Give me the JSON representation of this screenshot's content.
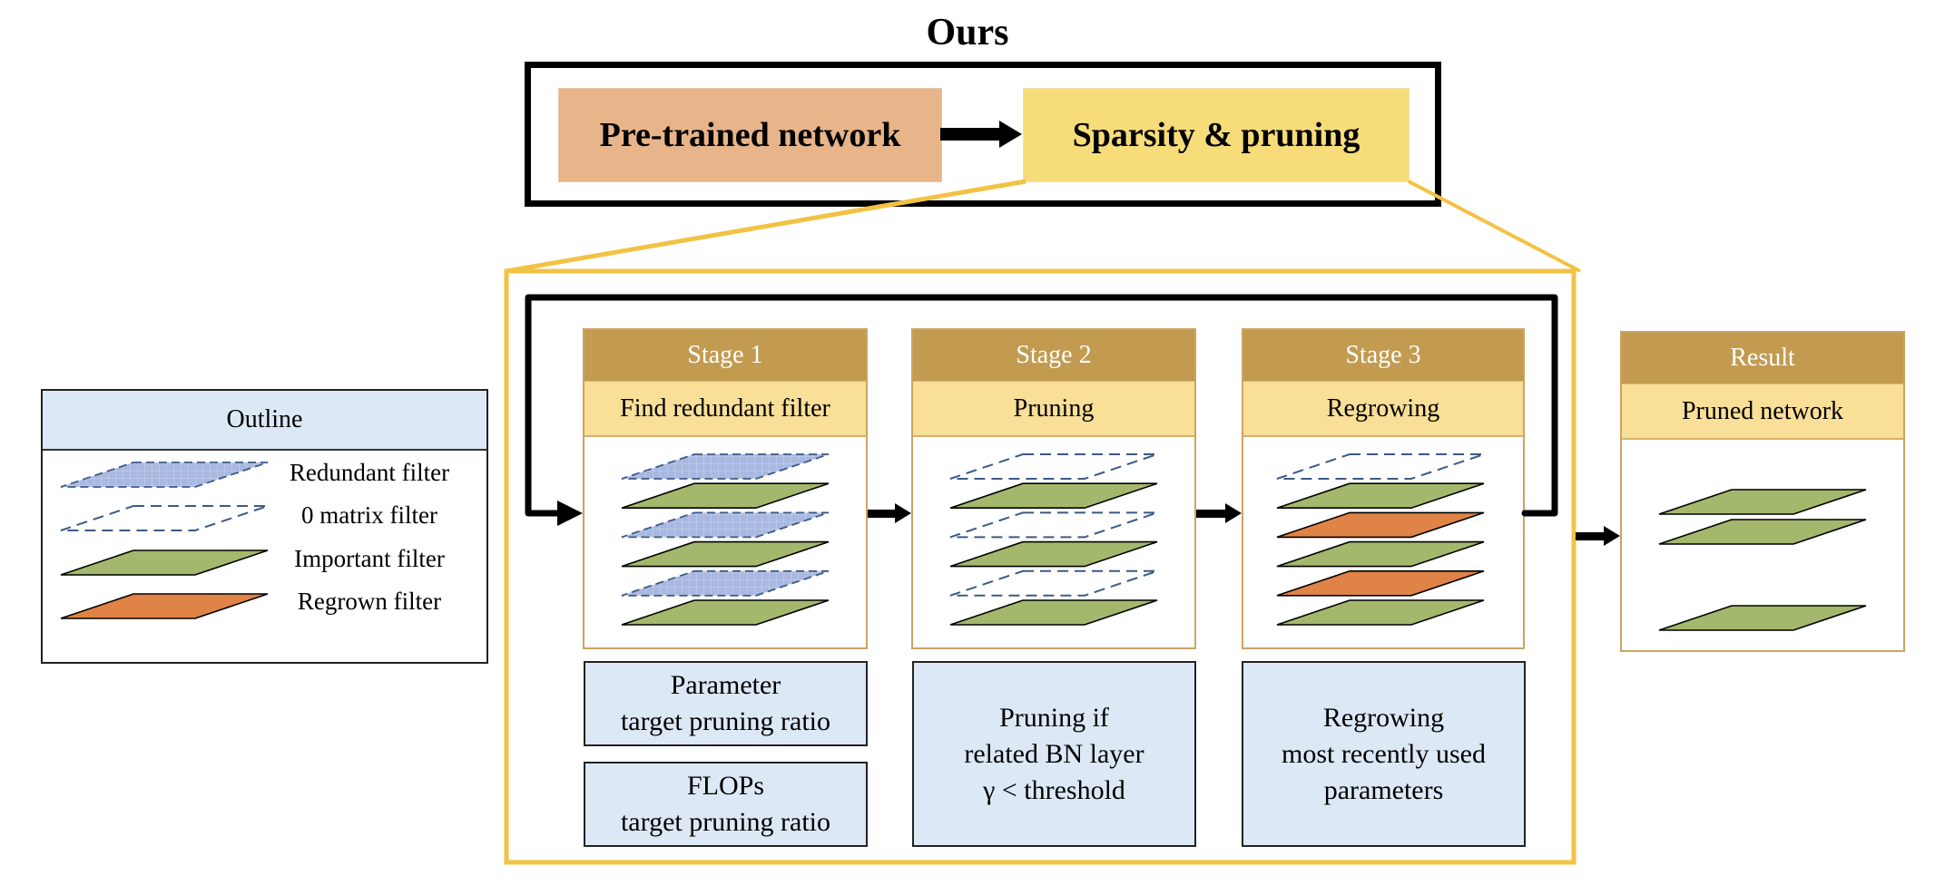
{
  "title": "Ours",
  "top_flow": {
    "pretrained_label": "Pre-trained network",
    "sparsity_label": "Sparsity & pruning"
  },
  "outline": {
    "header": "Outline",
    "items": [
      {
        "label": "Redundant filter",
        "type": "redundant"
      },
      {
        "label": "0 matrix filter",
        "type": "zero"
      },
      {
        "label": "Important filter",
        "type": "important"
      },
      {
        "label": "Regrown filter",
        "type": "regrown"
      }
    ]
  },
  "stages": [
    {
      "header": "Stage 1",
      "subtitle": "Find redundant filter",
      "filters": [
        "redundant",
        "important",
        "redundant",
        "important",
        "redundant",
        "important"
      ],
      "notes": [
        {
          "lines": [
            "Parameter",
            "target pruning ratio"
          ]
        },
        {
          "lines": [
            "FLOPs",
            "target pruning ratio"
          ]
        }
      ]
    },
    {
      "header": "Stage 2",
      "subtitle": "Pruning",
      "filters": [
        "zero",
        "important",
        "zero",
        "important",
        "zero",
        "important"
      ],
      "notes": [
        {
          "lines": [
            "Pruning if",
            "related BN layer",
            "γ < threshold"
          ]
        }
      ]
    },
    {
      "header": "Stage 3",
      "subtitle": "Regrowing",
      "filters": [
        "zero",
        "important",
        "regrown",
        "important",
        "regrown",
        "important"
      ],
      "notes": [
        {
          "lines": [
            "Regrowing",
            "most recently used",
            "parameters"
          ]
        }
      ]
    }
  ],
  "result": {
    "header": "Result",
    "subtitle": "Pruned network",
    "filters": [
      "important",
      "important",
      null,
      "important"
    ]
  },
  "colors": {
    "pretrained": "#E8B48A",
    "sparsity": "#F7DC7A",
    "panel_outline": "#F2C244",
    "stage_header": "#C29B50",
    "stage_subtitle": "#F9DF97",
    "note_fill": "#DCE8F5",
    "important": "#A3B86C",
    "regrown": "#E08346",
    "redundant": "#A9B8E0",
    "dashed_edge": "#3B5A85"
  }
}
